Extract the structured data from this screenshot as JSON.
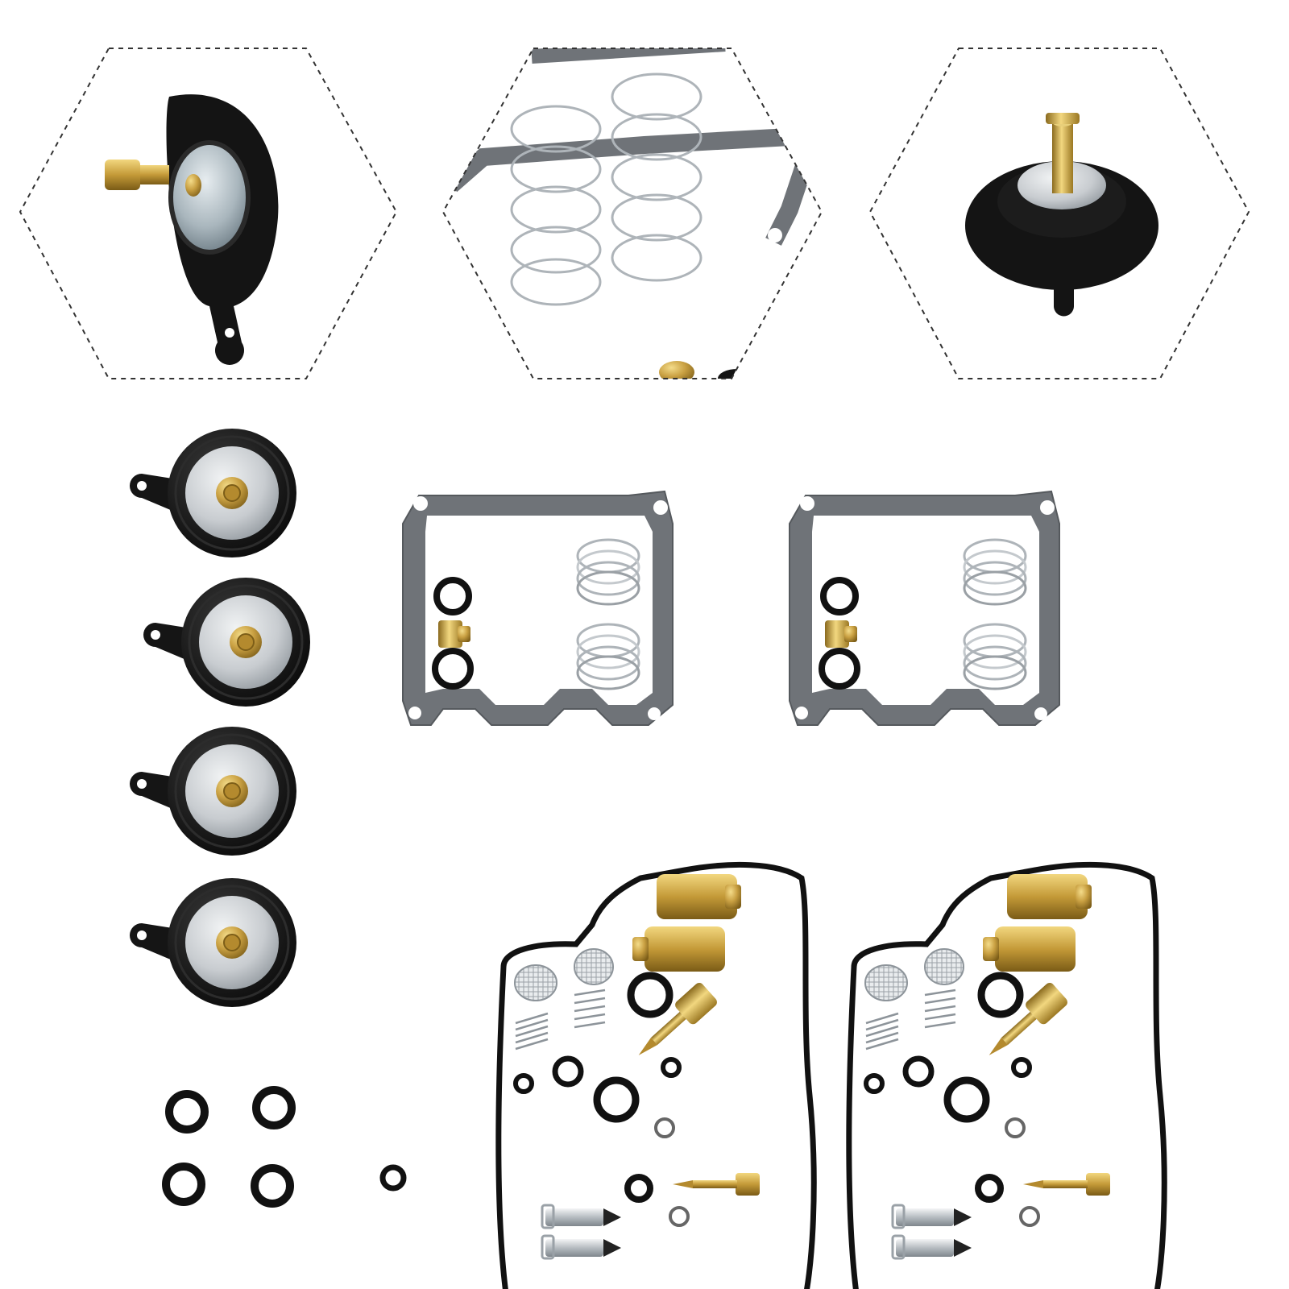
{
  "image": {
    "description_kind": "product-photo",
    "background": "#ffffff"
  },
  "colors": {
    "rubber": "#141414",
    "rubber_edge": "#2a2a2a",
    "brass": "#c9a042",
    "brass_dark": "#8a6a1e",
    "steel": "#c8ccd0",
    "steel_dark": "#8d949a",
    "gasket": "#6f7378",
    "gasket_face": "#8c9095",
    "spring": "#b9bec3",
    "dash": "#333333"
  },
  "parts": {
    "diaphragms": 4,
    "top_gasket_sets": 2,
    "bottom_gasket_sets": 2,
    "loose_orings": 5
  }
}
